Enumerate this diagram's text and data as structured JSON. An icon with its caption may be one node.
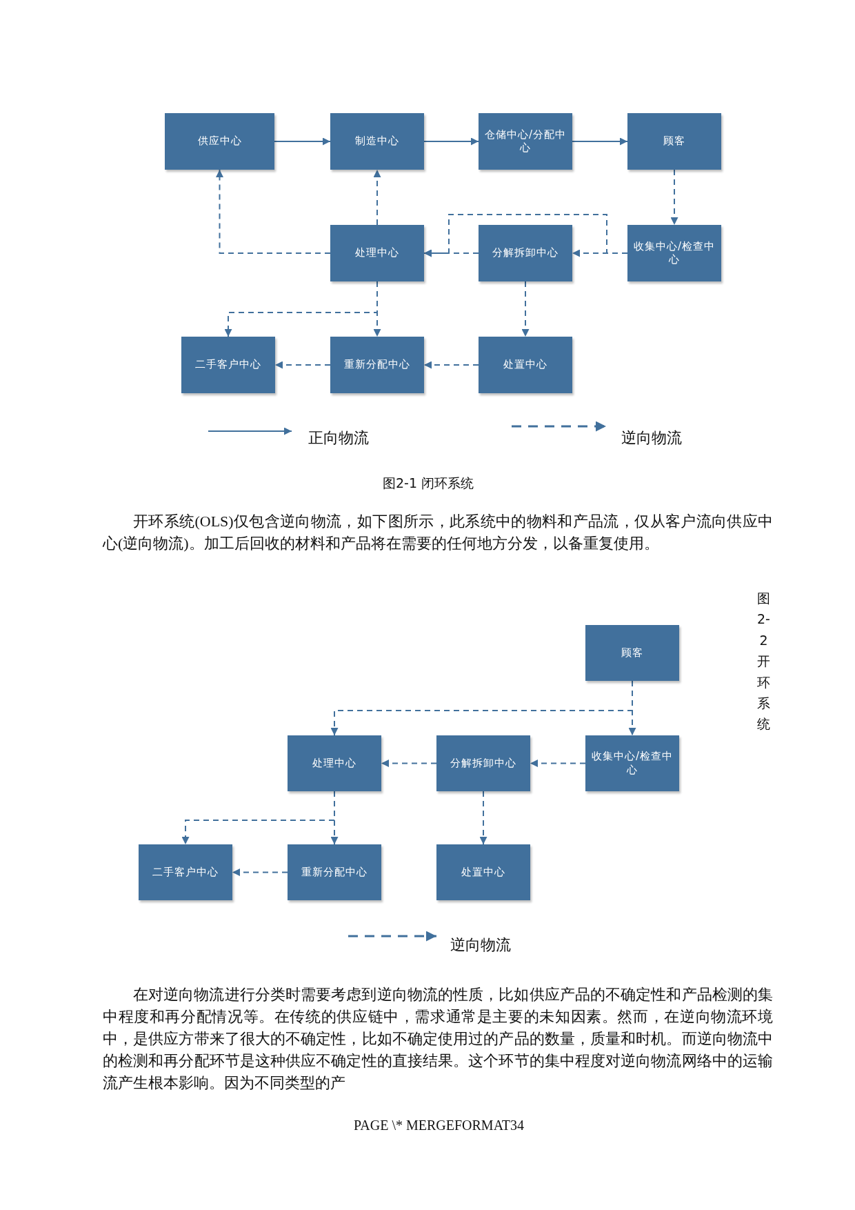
{
  "diagram": {
    "nodes": [
      {
        "text": [
          "供应中心"
        ]
      },
      {
        "text": [
          "制造中心"
        ]
      },
      {
        "text": [
          "仓储中心/分配中心"
        ]
      },
      {
        "text": [
          "顾客"
        ]
      },
      {
        "text": [
          "处理中心"
        ]
      },
      {
        "text": [
          "分解拆卸中心"
        ]
      },
      {
        "text": [
          "收集中心/检查中心"
        ]
      },
      {
        "text": [
          "二手客户中心"
        ]
      },
      {
        "text": [
          "重新分配中心"
        ]
      },
      {
        "text": [
          "处置中心"
        ]
      },
      {
        "text": [
          "顾客"
        ]
      },
      {
        "text": [
          "处理中心"
        ]
      },
      {
        "text": [
          "分解拆卸中心"
        ]
      },
      {
        "text": [
          "收集中心/检查中心"
        ]
      },
      {
        "text": [
          "二手客户中心"
        ]
      },
      {
        "text": [
          "重新分配中心"
        ]
      },
      {
        "text": [
          "处置中心"
        ]
      }
    ],
    "edges": [
      {
        "from": 0,
        "to": 1,
        "arrow": "to"
      },
      {
        "from": 1,
        "to": 2,
        "arrow": "to"
      },
      {
        "from": 2,
        "to": 3,
        "arrow": "to"
      },
      {
        "from": 3,
        "to": 6,
        "arrow": "to",
        "style": "dashed"
      },
      {
        "from": 6,
        "to": 5,
        "arrow": "to",
        "style": "dashed"
      },
      {
        "from": 5,
        "to": 4,
        "arrow": "to",
        "style": "dashed"
      },
      {
        "from": 6,
        "to": 4,
        "arrow": "to",
        "style": "dashed"
      },
      {
        "from": 4,
        "to": 0,
        "arrow": "to",
        "style": "dashed"
      },
      {
        "from": 4,
        "to": 1,
        "arrow": "to",
        "style": "dashed"
      },
      {
        "from": 4,
        "to": 8,
        "arrow": "to",
        "style": "dashed"
      },
      {
        "from": 4,
        "to": 7,
        "arrow": "to",
        "style": "dashed"
      },
      {
        "from": 5,
        "to": 9,
        "arrow": "to",
        "style": "dashed"
      },
      {
        "from": 9,
        "to": 8,
        "arrow": "to",
        "style": "dashed"
      },
      {
        "from": 8,
        "to": 7,
        "arrow": "to",
        "style": "dashed"
      },
      {
        "from": 10,
        "to": 13,
        "arrow": "to",
        "style": "dashed"
      },
      {
        "from": 10,
        "to": 11,
        "arrow": "to",
        "style": "dashed"
      },
      {
        "from": 13,
        "to": 12,
        "arrow": "to",
        "style": "dashed"
      },
      {
        "from": 12,
        "to": 11,
        "arrow": "to",
        "style": "dashed"
      },
      {
        "from": 11,
        "to": 15,
        "arrow": "to",
        "style": "dashed"
      },
      {
        "from": 11,
        "to": 14,
        "arrow": "to",
        "style": "dashed"
      },
      {
        "from": 12,
        "to": 16,
        "arrow": "to",
        "style": "dashed"
      },
      {
        "from": 15,
        "to": 14,
        "arrow": "to",
        "style": "dashed"
      }
    ],
    "labels": [
      "图2-1 闭环系统",
      "开环系统(OLS)仅包含逆向物流，如下图所示，此系统中的物料和产品流，仅从客户流向供应中心(逆向物流)。加工后回收的材料和产品将在需要的任何地方分发，以备重复使用。",
      "图2-2开环系统",
      "在对逆向物流进行分类时需要考虑到逆向物流的性质，比如供应产品的不确定性和产品检测的集中程度和再分配情况等。在传统的供应链中，需求通常是主要的未知因素。然而，在逆向物流环境中，是供应方带来了很大的不确定性，比如不确定使用过的产品的数量，质量和时机。而逆向物流中的检测和再分配环节是这种供应不确定性的直接结果。这个环节的集中程度对逆向物流网络中的运输流产生根本影响。因为不同类型的产",
      "PAGE \\* MERGEFORMAT34"
    ],
    "legend": [
      {
        "text": "正向物流"
      },
      {
        "text": "逆向物流"
      },
      {
        "text": "逆向物流"
      }
    ]
  }
}
